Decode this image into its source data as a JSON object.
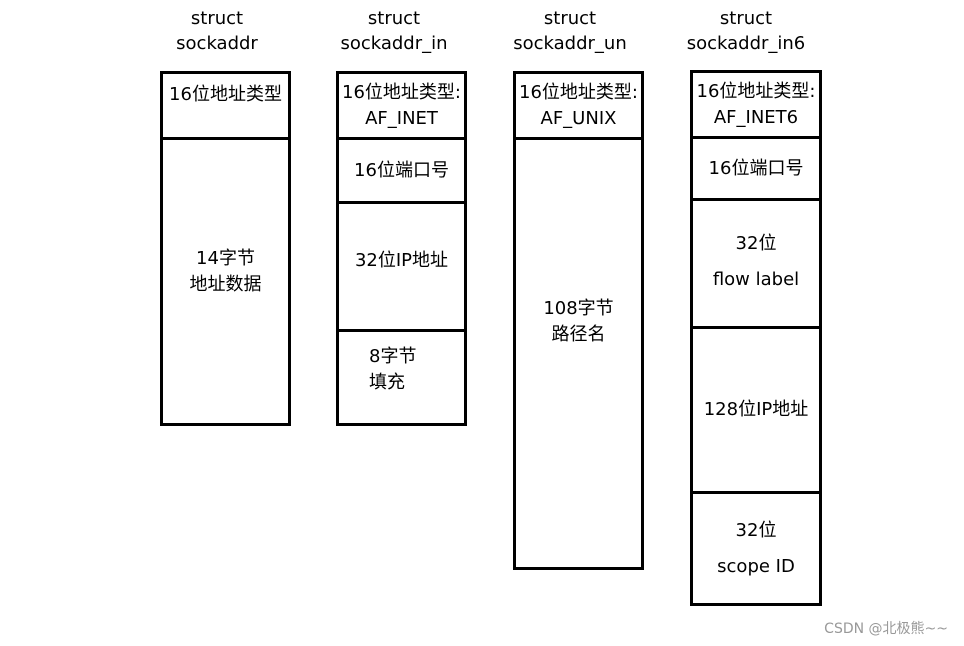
{
  "columns": [
    {
      "title": [
        "struct",
        "sockaddr"
      ],
      "cells": [
        {
          "lines": [
            "16位地址类型"
          ]
        },
        {
          "lines": [
            "14字节",
            "地址数据"
          ]
        }
      ]
    },
    {
      "title": [
        "struct",
        "sockaddr_in"
      ],
      "cells": [
        {
          "lines": [
            "16位地址类型:",
            "AF_INET"
          ]
        },
        {
          "lines": [
            "16位端口号"
          ]
        },
        {
          "lines": [
            "32位IP地址"
          ]
        },
        {
          "lines": [
            "8字节",
            "填充"
          ]
        }
      ]
    },
    {
      "title": [
        "struct",
        "sockaddr_un"
      ],
      "cells": [
        {
          "lines": [
            "16位地址类型:",
            "AF_UNIX"
          ]
        },
        {
          "lines": [
            "108字节",
            "路径名"
          ]
        }
      ]
    },
    {
      "title": [
        "struct",
        "sockaddr_in6"
      ],
      "cells": [
        {
          "lines": [
            "16位地址类型:",
            "AF_INET6"
          ]
        },
        {
          "lines": [
            "16位端口号"
          ]
        },
        {
          "lines": [
            "32位",
            "flow label"
          ]
        },
        {
          "lines": [
            "128位IP地址"
          ]
        },
        {
          "lines": [
            "32位",
            "scope ID"
          ]
        }
      ]
    }
  ],
  "watermark": "CSDN @北极熊~~"
}
